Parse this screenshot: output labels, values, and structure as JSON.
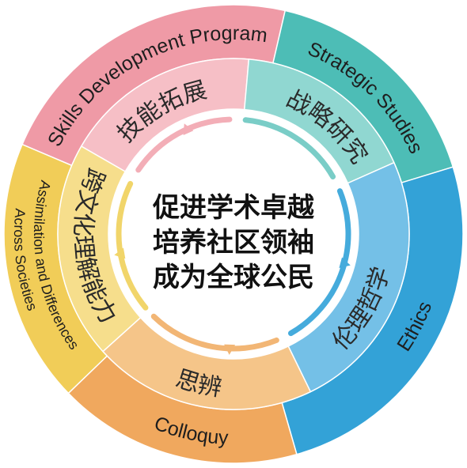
{
  "center_text": [
    "促进学术卓越",
    "培养社区领袖",
    "成为全球公民"
  ],
  "segments": [
    {
      "id": "skills",
      "label_en_lines": [
        "Skills Development Program"
      ],
      "label_zh": "技能拓展",
      "color_outer": "#ef9aa6",
      "color_inner": "#f6bfc6",
      "color_ring": "#f3aeb7"
    },
    {
      "id": "strategic",
      "label_en_lines": [
        "Strategic Studies"
      ],
      "label_zh": "战略研究",
      "color_outer": "#4dbdb6",
      "color_inner": "#90d7d1",
      "color_ring": "#7acdc7"
    },
    {
      "id": "ethics",
      "label_en_lines": [
        "Ethics"
      ],
      "label_zh": "伦理哲学",
      "color_outer": "#33a2d7",
      "color_inner": "#74c0e7",
      "color_ring": "#45abdc"
    },
    {
      "id": "colloquy",
      "label_en_lines": [
        "Colloquy"
      ],
      "label_zh": "思辨",
      "color_outer": "#f0a85e",
      "color_inner": "#f5c589",
      "color_ring": "#f2b675"
    },
    {
      "id": "assimilation",
      "label_en_lines": [
        "Assimilation and Differences",
        "Across Societies"
      ],
      "label_zh": "跨文化理解能力",
      "color_outer": "#f1cd58",
      "color_inner": "#f6de8c",
      "color_ring": "#f1d56a"
    }
  ]
}
